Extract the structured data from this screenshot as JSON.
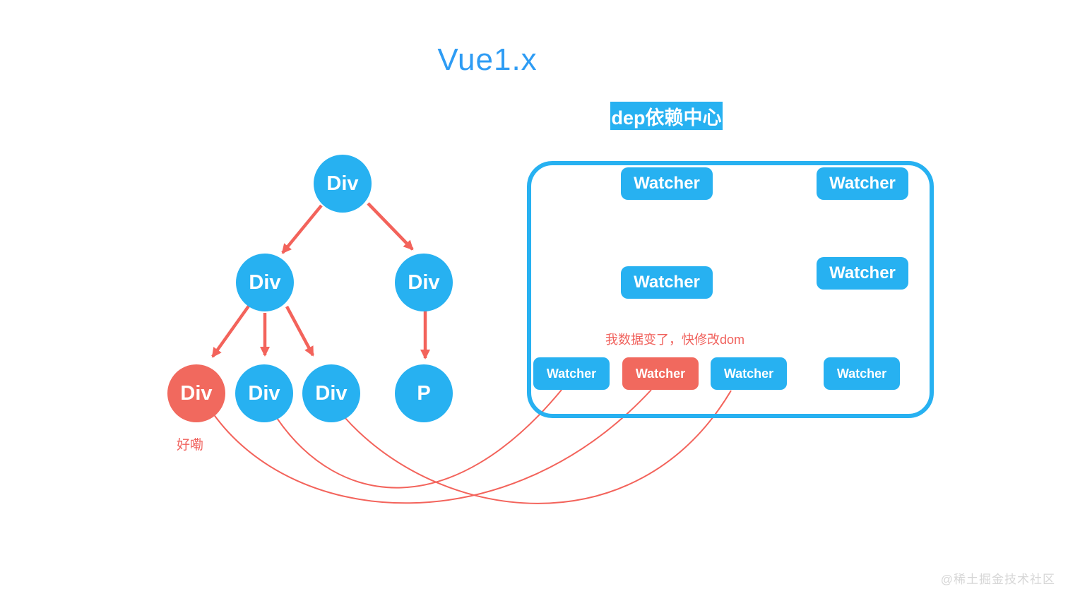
{
  "title": "Vue1.x",
  "dep_center": {
    "label": "dep依赖中心",
    "large_watchers": [
      {
        "label": "Watcher"
      },
      {
        "label": "Watcher"
      },
      {
        "label": "Watcher"
      },
      {
        "label": "Watcher"
      }
    ],
    "speech_text": "我数据变了，快修改dom",
    "small_watchers": [
      {
        "label": "Watcher",
        "variant": "blue"
      },
      {
        "label": "Watcher",
        "variant": "red"
      },
      {
        "label": "Watcher",
        "variant": "blue"
      },
      {
        "label": "Watcher",
        "variant": "blue"
      }
    ]
  },
  "tree": {
    "root": {
      "label": "Div",
      "variant": "blue"
    },
    "level2": [
      {
        "label": "Div",
        "variant": "blue"
      },
      {
        "label": "Div",
        "variant": "blue"
      }
    ],
    "leaves": [
      {
        "label": "Div",
        "variant": "red"
      },
      {
        "label": "Div",
        "variant": "blue"
      },
      {
        "label": "Div",
        "variant": "blue"
      },
      {
        "label": "P",
        "variant": "blue"
      }
    ],
    "note": "好嘞"
  },
  "watermark": "@稀土掘金技术社区",
  "colors": {
    "node_blue": "#27b1f1",
    "node_red": "#f1695e",
    "title_blue": "#2e9cf4",
    "arrow_red": "#f3635b",
    "text_red": "#f0615c",
    "watermark_gray": "#d6d6d6"
  }
}
